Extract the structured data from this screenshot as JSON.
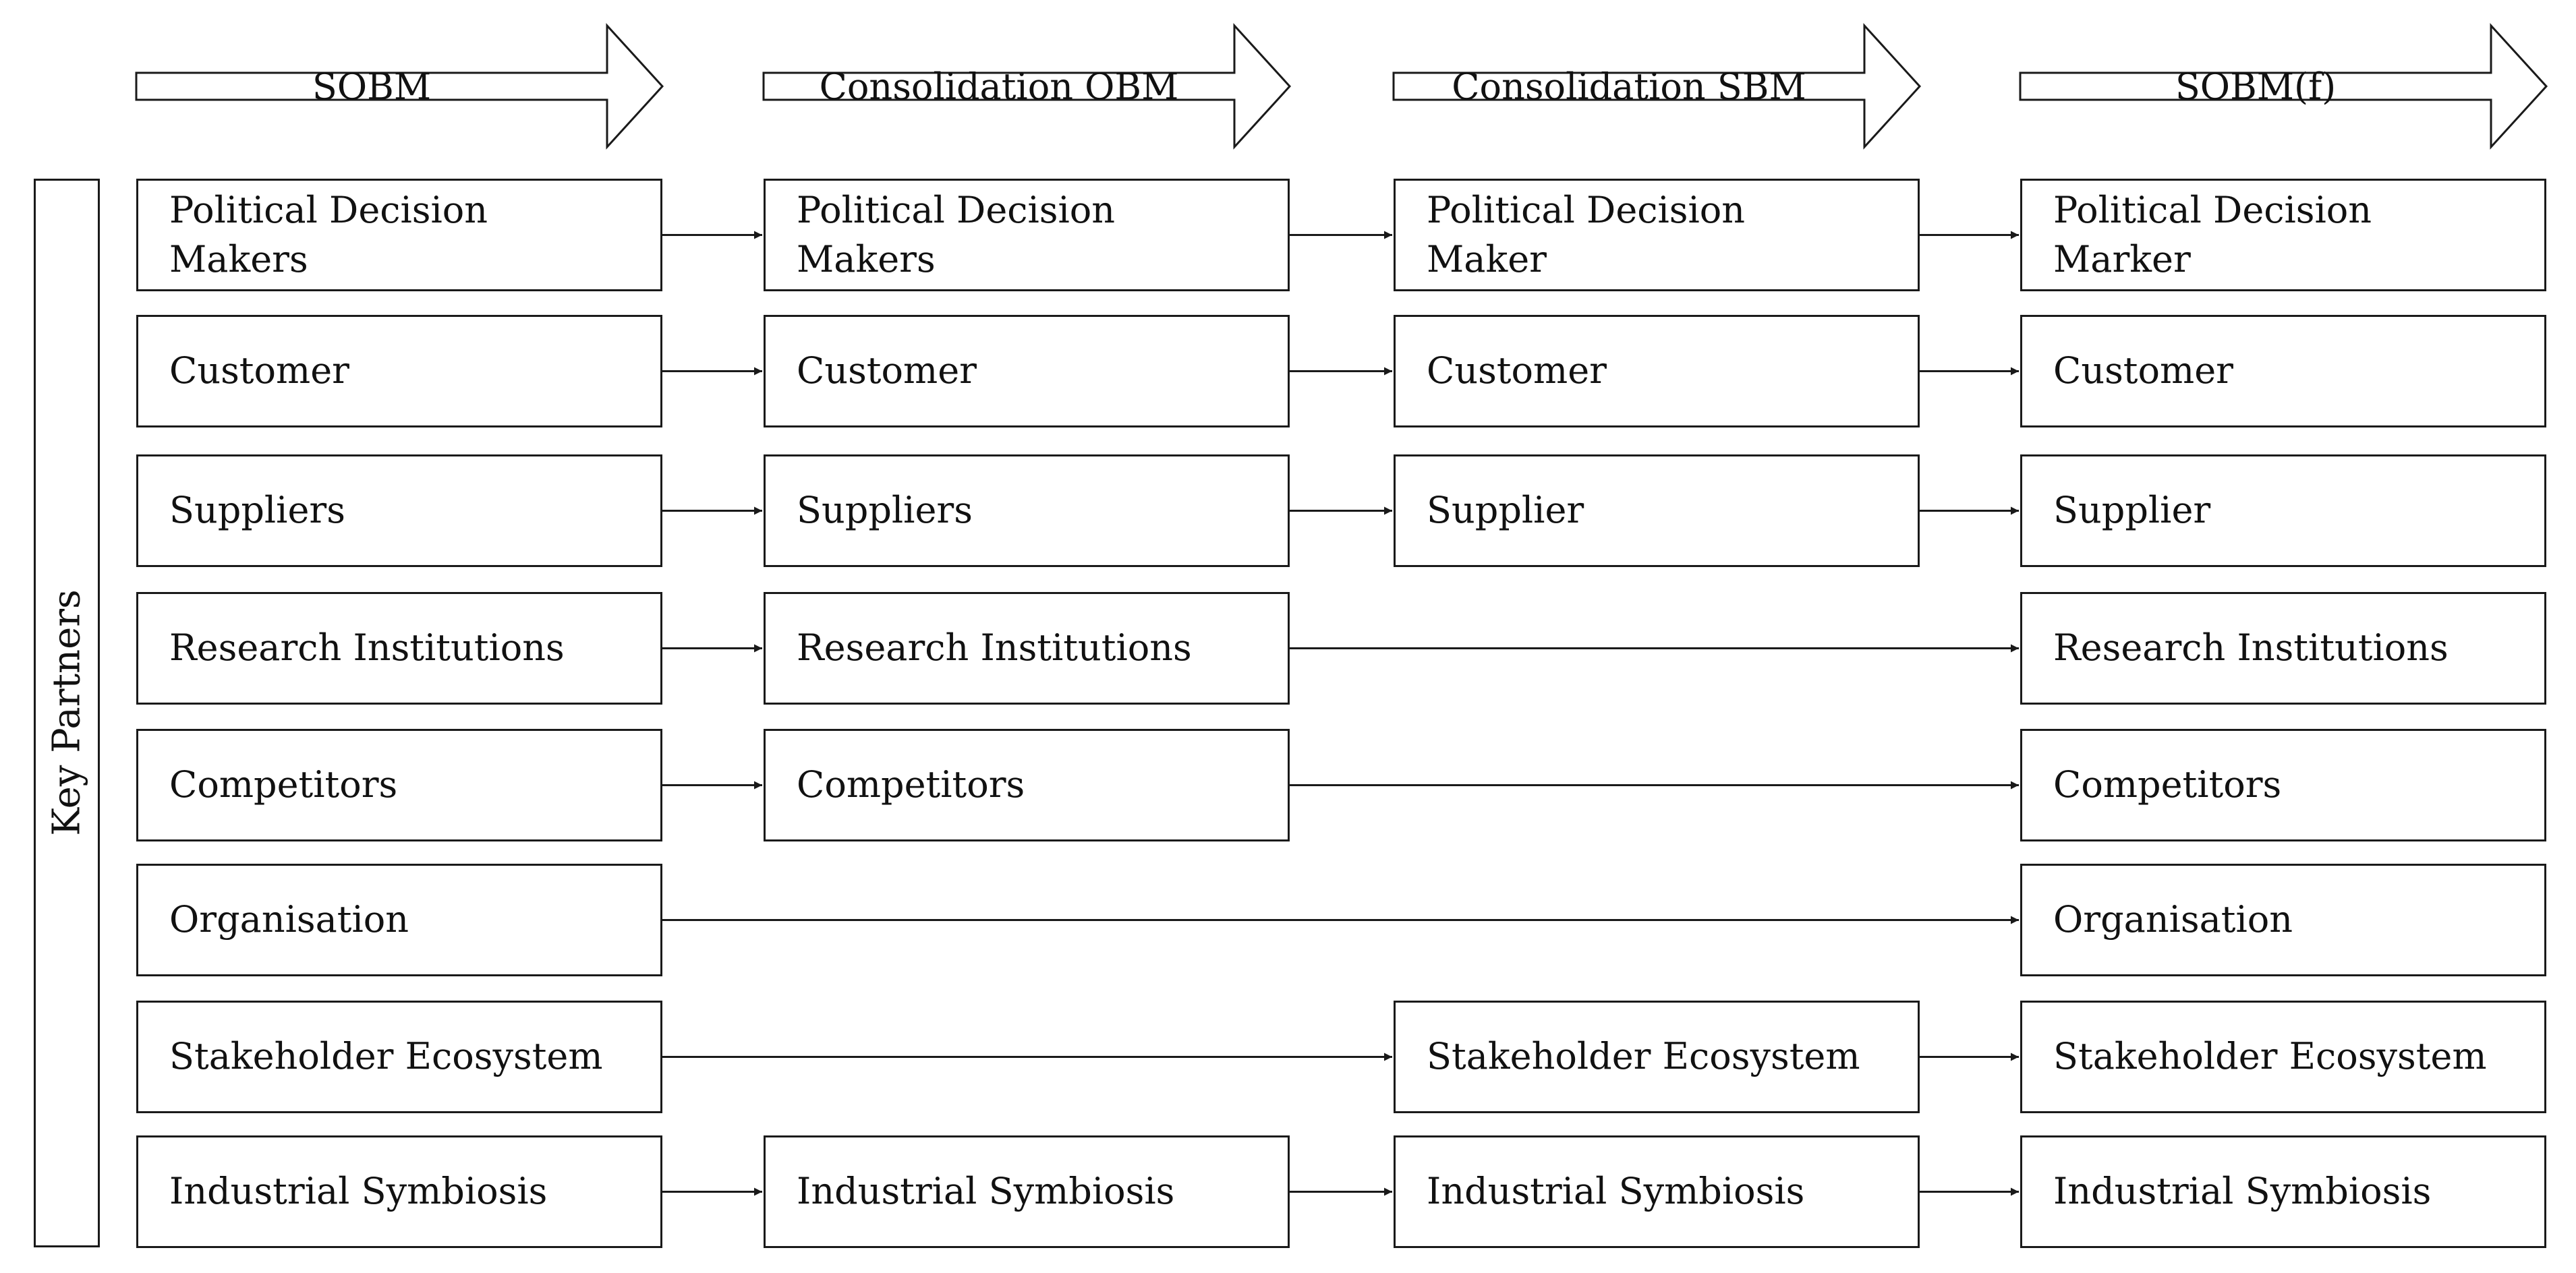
{
  "side_label": "Key Partners",
  "stages": [
    "SOBM",
    "Consolidation OBM",
    "Consolidation SBM",
    "SOBM(f)"
  ],
  "rows": [
    {
      "id": "political",
      "cells": [
        "Political Decision\nMakers",
        "Political Decision\nMakers",
        "Political Decision\nMaker",
        "Political Decision\nMarker"
      ]
    },
    {
      "id": "customer",
      "cells": [
        "Customer",
        "Customer",
        "Customer",
        "Customer"
      ]
    },
    {
      "id": "suppliers",
      "cells": [
        "Suppliers",
        "Suppliers",
        "Supplier",
        "Supplier"
      ]
    },
    {
      "id": "research",
      "cells": [
        "Research Institutions",
        "Research Institutions",
        "",
        "Research Institutions"
      ]
    },
    {
      "id": "competitors",
      "cells": [
        "Competitors",
        "Competitors",
        "",
        "Competitors"
      ]
    },
    {
      "id": "organisation",
      "cells": [
        "Organisation",
        "",
        "",
        "Organisation"
      ]
    },
    {
      "id": "stakeholder",
      "cells": [
        "Stakeholder Ecosystem",
        "",
        "Stakeholder Ecosystem",
        "Stakeholder Ecosystem"
      ]
    },
    {
      "id": "industrial",
      "cells": [
        "Industrial Symbiosis",
        "Industrial Symbiosis",
        "Industrial Symbiosis",
        "Industrial Symbiosis"
      ]
    }
  ],
  "colors": {
    "line": "#1a1a1a",
    "text": "#111111",
    "background": "#ffffff"
  }
}
